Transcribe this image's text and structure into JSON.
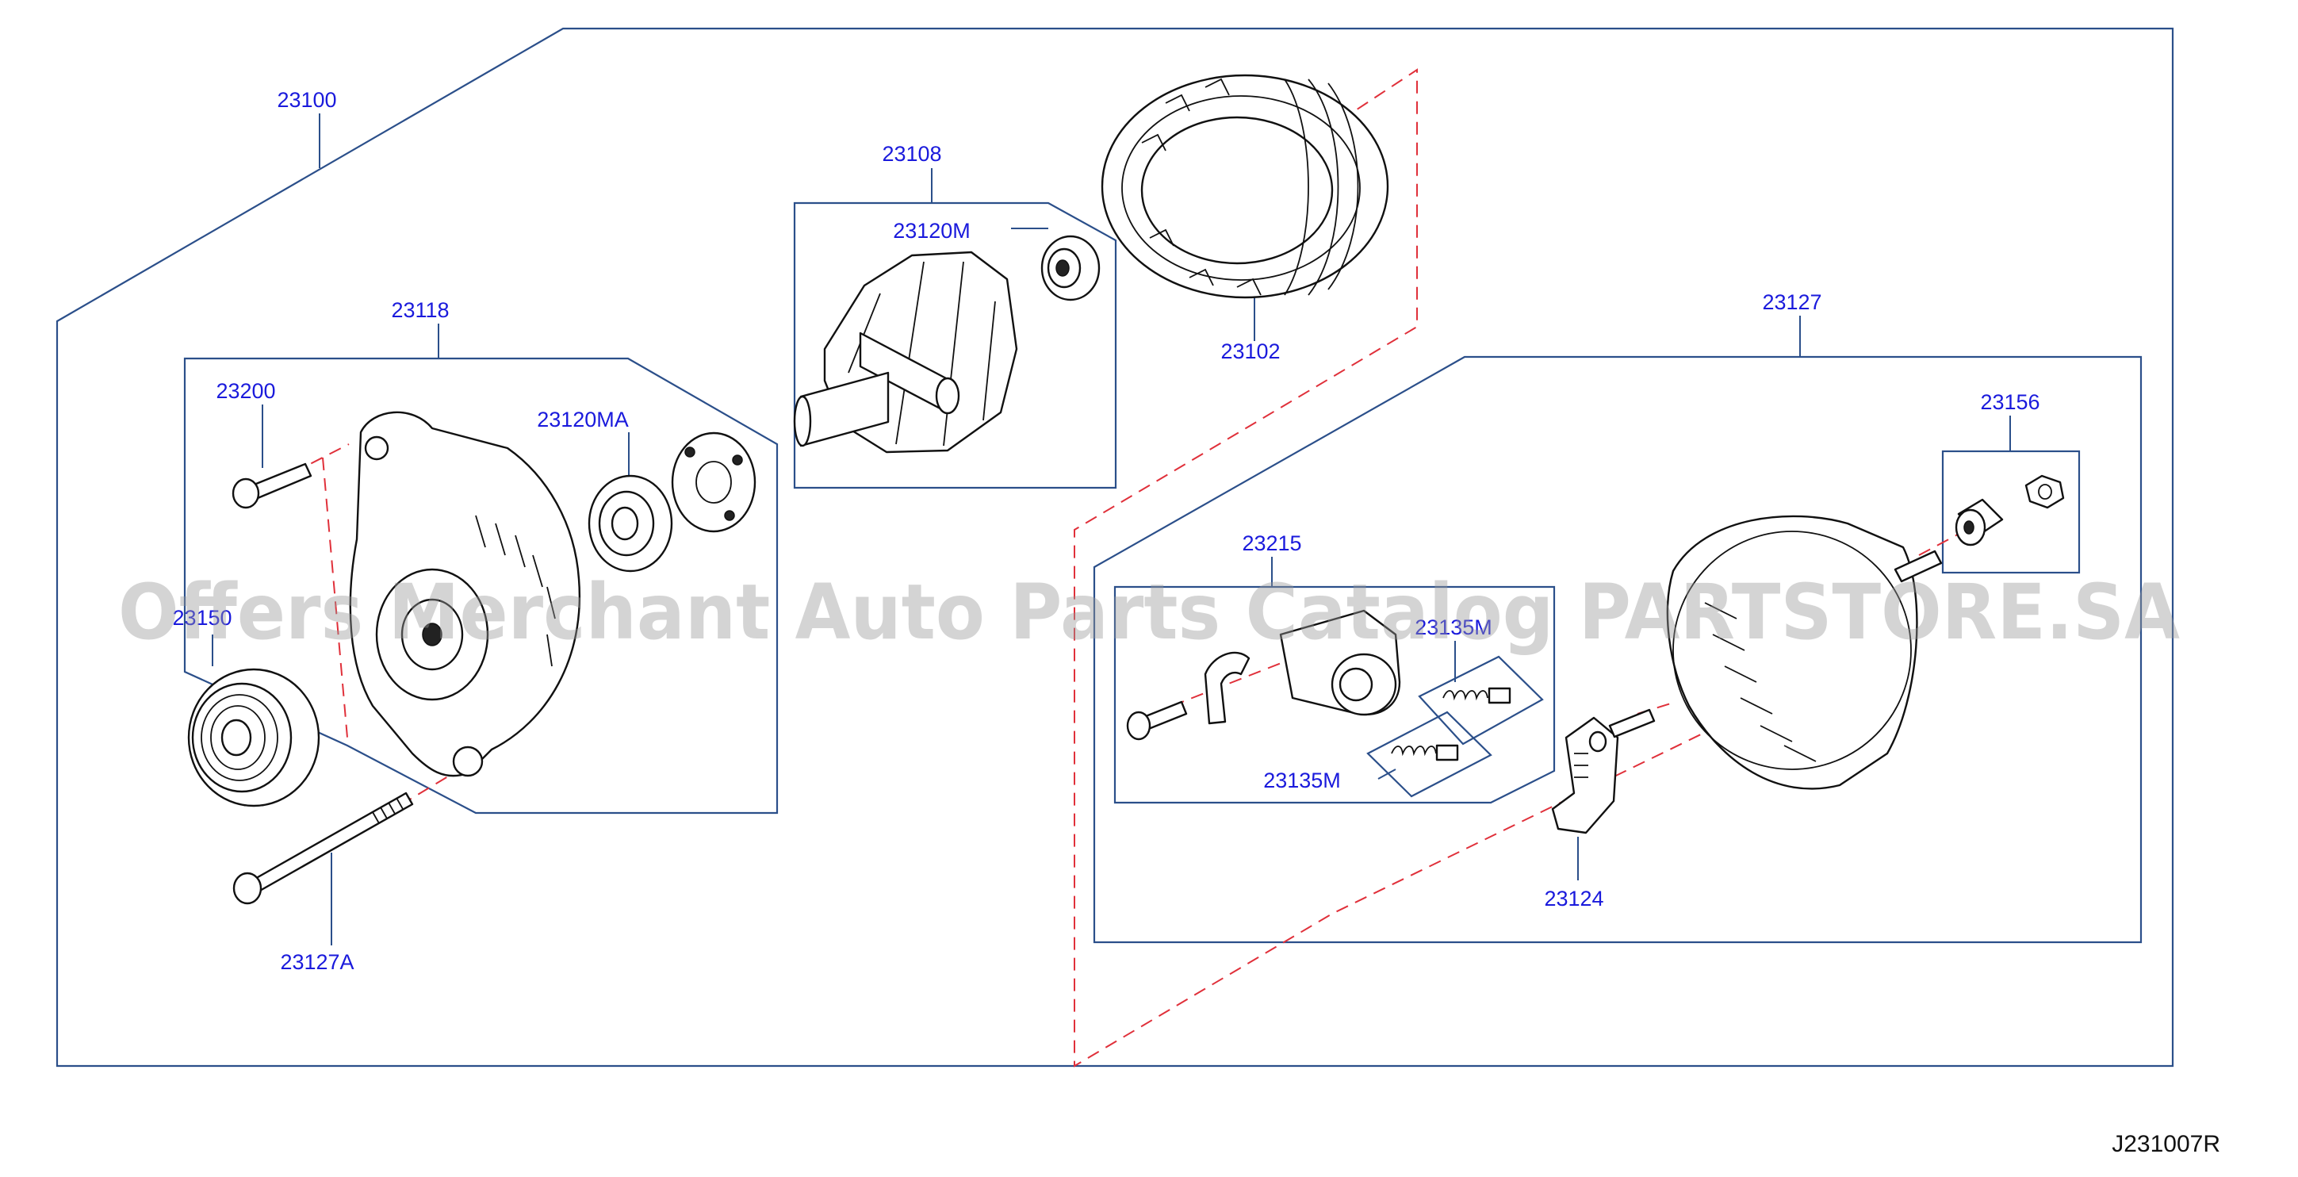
{
  "diagram": {
    "code": "J231007R",
    "watermark": "Offers Merchant Auto Parts Catalog PARTSTORE.SA",
    "colors": {
      "label": "#1a1adc",
      "frame": "#2b4f8a",
      "dashed_guide": "#e0303a",
      "part_outline": "#111111"
    },
    "labels": {
      "alternator_assembly": "23100",
      "rotor_assembly": "23108",
      "rotor_bearing": "23120M",
      "stator": "23102",
      "front_housing": "23118",
      "bolt": "23200",
      "front_bearing": "23120MA",
      "pulley": "23150",
      "through_bolt": "23127A",
      "rear_housing": "23127",
      "terminal_set": "23156",
      "brush_holder": "23215",
      "brush_set_upper": "23135M",
      "brush_set_lower": "23135M",
      "regulator": "23124"
    }
  }
}
